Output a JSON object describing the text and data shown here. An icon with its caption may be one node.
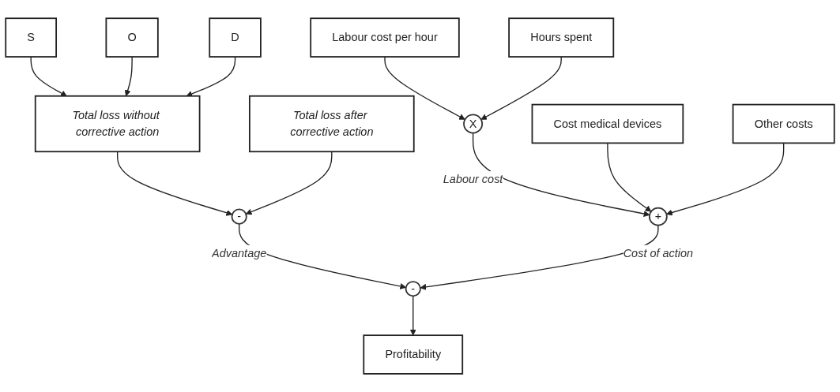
{
  "diagram": {
    "nodes": [
      {
        "text": [
          "S"
        ]
      },
      {
        "text": [
          "O"
        ]
      },
      {
        "text": [
          "D"
        ]
      },
      {
        "text": [
          "Labour cost per hour"
        ]
      },
      {
        "text": [
          "Hours spent"
        ]
      },
      {
        "text": [
          "Cost medical devices"
        ]
      },
      {
        "text": [
          "Other costs"
        ]
      },
      {
        "text": [
          "X"
        ]
      },
      {
        "text": [
          "Total loss without corrective action"
        ]
      },
      {
        "text": [
          "Total loss after corrective action"
        ]
      },
      {
        "text": [
          "+"
        ]
      },
      {
        "text": [
          "-"
        ]
      },
      {
        "text": [
          "-"
        ]
      },
      {
        "text": [
          "Profitability"
        ]
      }
    ],
    "edges": [
      {
        "from": 0,
        "to": 8,
        "arrow": "to"
      },
      {
        "from": 1,
        "to": 8,
        "arrow": "to"
      },
      {
        "from": 2,
        "to": 8,
        "arrow": "to"
      },
      {
        "from": 3,
        "to": 7,
        "arrow": "to"
      },
      {
        "from": 4,
        "to": 7,
        "arrow": "to"
      },
      {
        "from": 7,
        "to": 10,
        "arrow": "to",
        "label": "Labour cost"
      },
      {
        "from": 5,
        "to": 10,
        "arrow": "to"
      },
      {
        "from": 6,
        "to": 10,
        "arrow": "to"
      },
      {
        "from": 8,
        "to": 11,
        "arrow": "to"
      },
      {
        "from": 9,
        "to": 11,
        "arrow": "to"
      },
      {
        "from": 11,
        "to": 12,
        "arrow": "to",
        "label": "Advantage"
      },
      {
        "from": 10,
        "to": 12,
        "arrow": "to",
        "label": "Cost of action"
      },
      {
        "from": 12,
        "to": 13,
        "arrow": "to"
      }
    ]
  }
}
